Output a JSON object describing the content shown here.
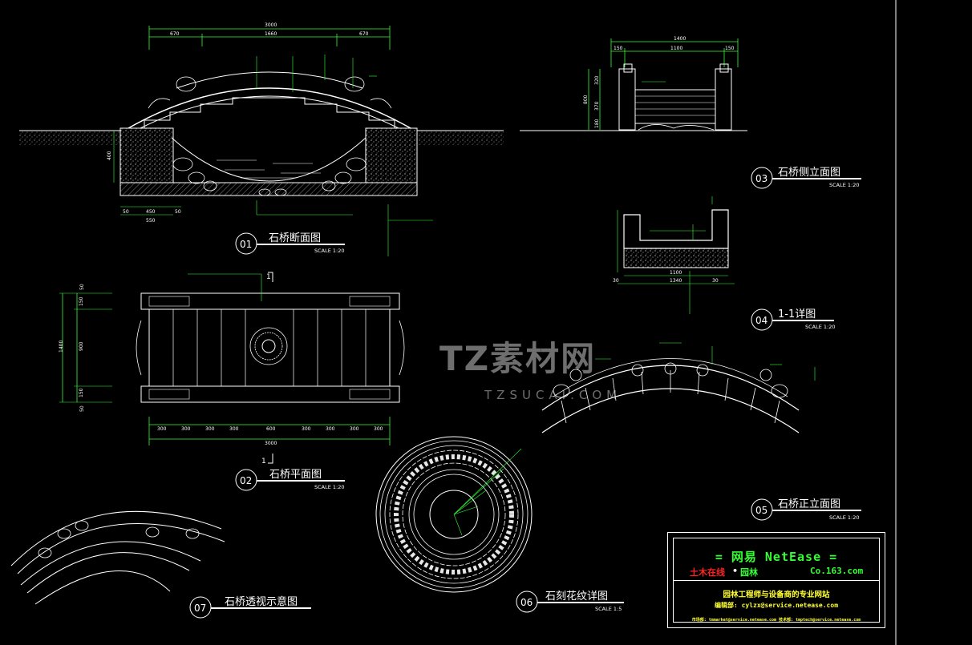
{
  "labels": {
    "bridge_section": {
      "num": "01",
      "title": "石桥断面图",
      "scale": "SCALE 1:20"
    },
    "bridge_plan": {
      "num": "02",
      "title": "石桥平面图",
      "scale": "SCALE 1:20"
    },
    "bridge_side": {
      "num": "03",
      "title": "石桥侧立面图",
      "scale": "SCALE 1:20"
    },
    "detail_1_1": {
      "num": "04",
      "title": "1-1详图",
      "scale": "SCALE 1:20"
    },
    "bridge_front": {
      "num": "05",
      "title": "石桥正立面图",
      "scale": "SCALE 1:20"
    },
    "carving_detail": {
      "num": "06",
      "title": "石刻花纹详图",
      "scale": "SCALE 1:5"
    },
    "perspective": {
      "num": "07",
      "title": "石桥透视示意图"
    }
  },
  "dims": {
    "s1_total": "3000",
    "s1_left": "670",
    "s1_mid": "1660",
    "s1_right": "670",
    "s1_height": "400",
    "s1_b1": "450",
    "s1_b2": "550",
    "s1_b3": "50",
    "s1_b4": "50",
    "side_total": "1400",
    "side_a": "150",
    "side_b": "1100",
    "side_c": "150",
    "side_h1": "800",
    "side_h2": "320",
    "side_h3": "370",
    "side_h4": "180",
    "plan_total": "3000",
    "plan_segs": [
      "300",
      "300",
      "300",
      "300",
      "600",
      "300",
      "300",
      "300",
      "300"
    ],
    "plan_v": [
      "50",
      "150",
      "900",
      "150",
      "50"
    ],
    "plan_vtotal": "1400",
    "det_w1": "1100",
    "det_w2": "1340",
    "det_l": "30",
    "det_r": "30"
  },
  "section_marks": {
    "top": "1",
    "bottom": "1"
  },
  "watermark": {
    "cn": "TZ素材网",
    "en": "TZSUCAI.COM"
  },
  "title_block": {
    "brand": "= 网易 NetEase =",
    "sub_red": "土木在线",
    "sub_dot": "•",
    "sub_green": "园林",
    "domain": "Co.163.com",
    "tagline": "园林工程师与设备商的专业网站",
    "mail": "编辑部: cylzx@service.netease.com",
    "foot": "市场部: tmmarket@service.netease.com   技术部: tmptech@service.netease.com"
  },
  "colors": {
    "bg": "#000000",
    "line": "#ffffff",
    "dim": "#33ff33",
    "accent": "#ffff33",
    "cyan": "#33ffff",
    "red": "#ff2222"
  }
}
